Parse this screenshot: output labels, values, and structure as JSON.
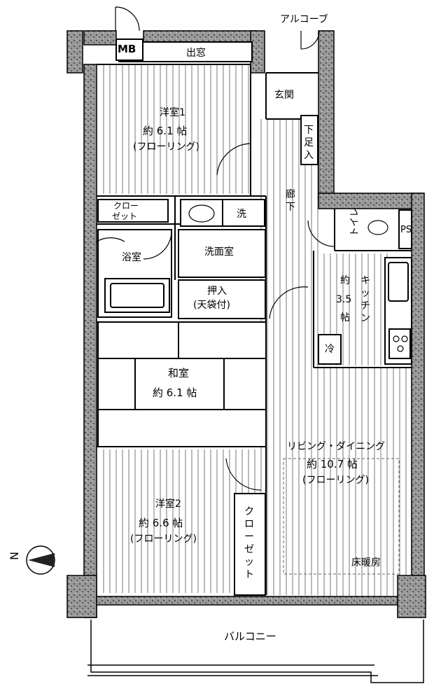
{
  "rooms": {
    "western1": {
      "name": "洋室1",
      "area": "約 6.1 帖",
      "floor": "(フローリング)"
    },
    "western2": {
      "name": "洋室2",
      "area": "約 6.6 帖",
      "floor": "(フローリング)"
    },
    "washitsu": {
      "name": "和室",
      "area": "約 6.1 帖"
    },
    "ldk": {
      "name": "リビング・ダイニング",
      "area": "約 10.7 帖",
      "floor": "(フローリング)",
      "heating": "床暖房"
    },
    "kitchen": {
      "lines": [
        "キ",
        "ッ",
        "チ",
        "ン"
      ],
      "area_lines": [
        "約",
        "3.5",
        "帖"
      ]
    },
    "bath": "浴室",
    "washroom": "洗面室",
    "wash_mark": "洗",
    "toilet": "トイレ",
    "entrance": "玄関",
    "alcove": "アルコーブ",
    "bay_window": "出窓",
    "mb": "MB",
    "ps": "PS",
    "fridge": "冷",
    "shoe_storage": [
      "下",
      "足",
      "入"
    ],
    "corridor": [
      "廊",
      "下"
    ],
    "closet_top": [
      "クロー",
      "ゼット"
    ],
    "closet_vertical": [
      "ク",
      "ロ",
      "ー",
      "ゼ",
      "ッ",
      "ト"
    ],
    "oshiire": [
      "押入",
      "(天袋付)"
    ],
    "balcony": "バルコニー"
  },
  "compass": {
    "label": "N"
  }
}
